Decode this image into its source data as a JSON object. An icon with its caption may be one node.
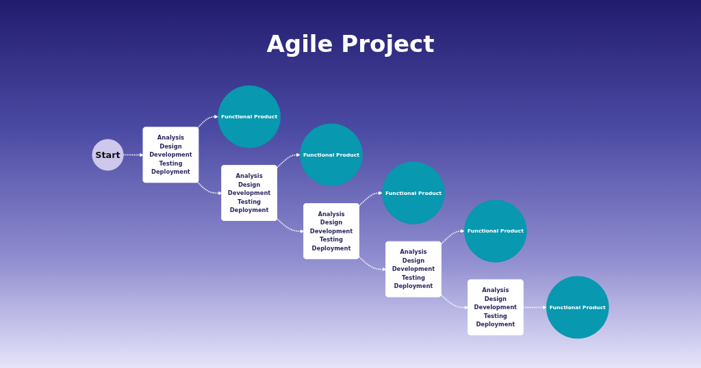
{
  "diagram": {
    "title": "Agile Project",
    "nodes": [
      {
        "text": [
          "Start"
        ]
      },
      {
        "text": [
          "Analysis",
          "Design",
          "Development",
          "Testing",
          "Deployment"
        ]
      },
      {
        "text": [
          "Functional Product"
        ]
      },
      {
        "text": [
          "Analysis",
          "Design",
          "Development",
          "Testing",
          "Deployment"
        ]
      },
      {
        "text": [
          "Functional Product"
        ]
      },
      {
        "text": [
          "Analysis",
          "Design",
          "Development",
          "Testing",
          "Deployment"
        ]
      },
      {
        "text": [
          "Functional Product"
        ]
      },
      {
        "text": [
          "Analysis",
          "Design",
          "Development",
          "Testing",
          "Deployment"
        ]
      },
      {
        "text": [
          "Functional Product"
        ]
      },
      {
        "text": [
          "Analysis",
          "Design",
          "Development",
          "Testing",
          "Deployment"
        ]
      },
      {
        "text": [
          "Functional Product"
        ]
      }
    ],
    "edges": [
      {
        "from": 0,
        "to": 1,
        "arrow": "to",
        "style": "dashed"
      },
      {
        "from": 1,
        "to": 2,
        "arrow": "to",
        "style": "dashed"
      },
      {
        "from": 1,
        "to": 3,
        "arrow": "to",
        "style": "dashed"
      },
      {
        "from": 3,
        "to": 4,
        "arrow": "to",
        "style": "dashed"
      },
      {
        "from": 3,
        "to": 5,
        "arrow": "to",
        "style": "dashed"
      },
      {
        "from": 5,
        "to": 6,
        "arrow": "to",
        "style": "dashed"
      },
      {
        "from": 5,
        "to": 7,
        "arrow": "to",
        "style": "dashed"
      },
      {
        "from": 7,
        "to": 8,
        "arrow": "to",
        "style": "dashed"
      },
      {
        "from": 7,
        "to": 9,
        "arrow": "to",
        "style": "dashed"
      },
      {
        "from": 9,
        "to": 10,
        "arrow": "to",
        "style": "dashed"
      }
    ]
  }
}
